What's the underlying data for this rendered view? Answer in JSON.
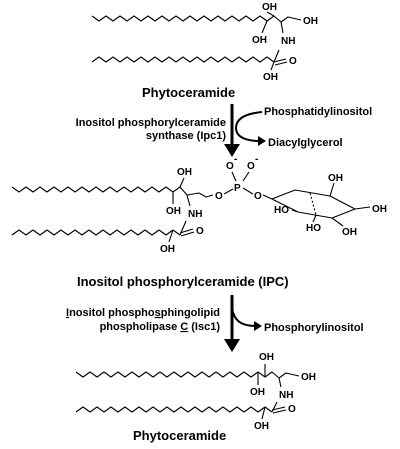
{
  "molecules": {
    "top_title": "Phytoceramide",
    "middle_title": "Inositol phosphorylceramide (IPC)",
    "bottom_title": "Phytoceramide"
  },
  "step1": {
    "enzyme_line1": "Inositol phosphorylceramide",
    "enzyme_line2": "synthase (Ipc1)",
    "substrate_in": "Phosphatidylinositol",
    "product_out": "Diacylglycerol"
  },
  "step2": {
    "enzyme_line1_u": "I",
    "enzyme_line1_a": "nositol phospho",
    "enzyme_line1_u2": "s",
    "enzyme_line1_b": "phingolipid",
    "enzyme_line2_a": "phospholipase ",
    "enzyme_line2_u": "C",
    "enzyme_line2_b": " (Isc1)",
    "product_out": "Phosphorylinositol"
  },
  "atoms": {
    "oh": "OH",
    "ho": "HO",
    "nh": "NH",
    "o": "O",
    "p": "P",
    "o_minus": "O",
    "minus": "-"
  }
}
